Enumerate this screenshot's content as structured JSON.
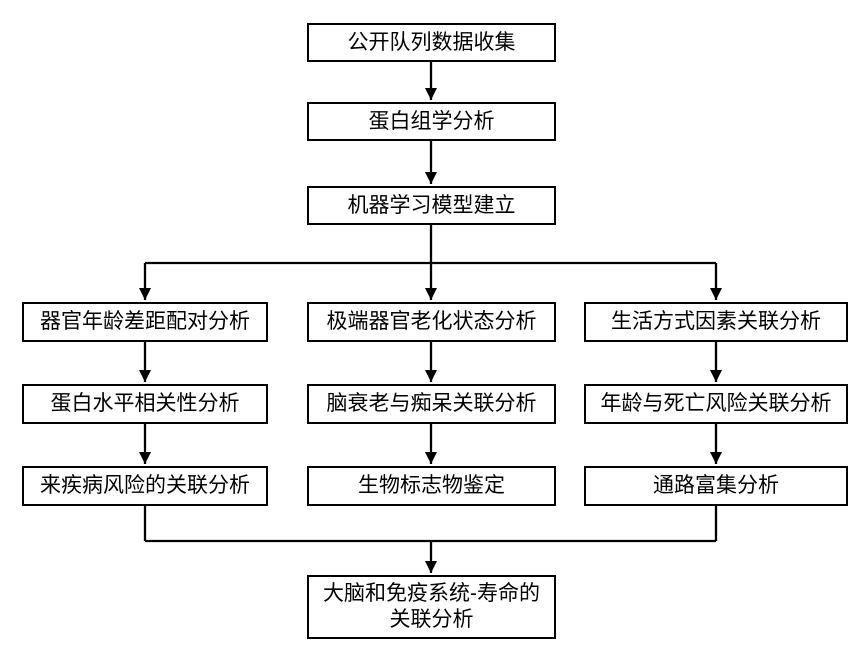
{
  "diagram": {
    "type": "flowchart",
    "colors": {
      "background": "#ffffff",
      "box_fill": "#ffffff",
      "box_border": "#000000",
      "line": "#000000",
      "text": "#000000"
    },
    "nodes": {
      "top_chain": [
        {
          "label": "公开队列数据收集"
        },
        {
          "label": "蛋白组学分析"
        },
        {
          "label": "机器学习模型建立"
        }
      ],
      "left_column": [
        {
          "label": "器官年龄差距配对分析"
        },
        {
          "label": "蛋白水平相关性分析"
        },
        {
          "label": "来疾病风险的关联分析"
        }
      ],
      "middle_column": [
        {
          "label": "极端器官老化状态分析"
        },
        {
          "label": "脑衰老与痴呆关联分析"
        },
        {
          "label": "生物标志物鉴定"
        }
      ],
      "right_column": [
        {
          "label": "生活方式因素关联分析"
        },
        {
          "label": "年龄与死亡风险关联分析"
        },
        {
          "label": "通路富集分析"
        }
      ],
      "final": {
        "line1": "大脑和免疫系统-寿命的",
        "line2": "关联分析"
      }
    },
    "edges": [
      "公开队列数据收集 -> 蛋白组学分析",
      "蛋白组学分析 -> 机器学习模型建立",
      "机器学习模型建立 -> 器官年龄差距配对分析",
      "机器学习模型建立 -> 极端器官老化状态分析",
      "机器学习模型建立 -> 生活方式因素关联分析",
      "器官年龄差距配对分析 -> 蛋白水平相关性分析",
      "蛋白水平相关性分析 -> 来疾病风险的关联分析",
      "极端器官老化状态分析 -> 脑衰老与痴呆关联分析",
      "脑衰老与痴呆关联分析 -> 生物标志物鉴定",
      "生活方式因素关联分析 -> 年龄与死亡风险关联分析",
      "年龄与死亡风险关联分析 -> 通路富集分析",
      "来疾病风险的关联分析 -> 大脑和免疫系统-寿命的关联分析",
      "通路富集分析 -> 大脑和免疫系统-寿命的关联分析"
    ]
  }
}
